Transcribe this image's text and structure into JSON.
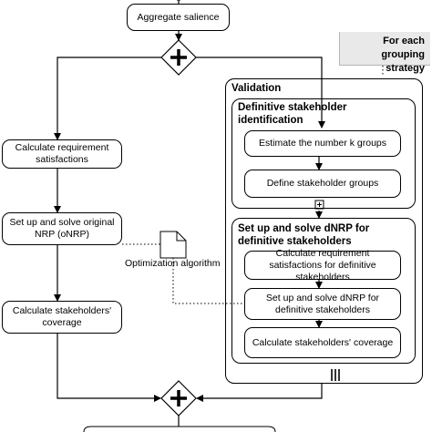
{
  "nodes": {
    "aggregate_salience": "Aggregate salience",
    "calculate_requirement_satisfactions": "Calculate requirement satisfactions",
    "set_up_solve_original": "Set up and solve original NRP (oNRP)",
    "calculate_stakeholders_coverage": "Calculate stakeholders' coverage",
    "estimate_k_groups": "Estimate the number k groups",
    "define_stakeholder_groups": "Define stakeholder groups",
    "calc_req_sat_definitive": "Calculate requirement satisfactions for definitive stakeholders",
    "set_up_solve_dnrp_definitive": "Set up and solve dNRP for definitive stakeholders",
    "calc_stakeholders_coverage_inner": "Calculate stakeholders' coverage"
  },
  "containers": {
    "validation": "Validation",
    "definitive_identification": "Definitive stakeholder identification",
    "set_up_solve_dnrp": "Set up and solve dNRP for definitive stakeholders"
  },
  "annotation": "For each grouping strategy",
  "data_object_label": "Optimization algorithm",
  "gateway_symbol": "+",
  "subprocess_marker": "+",
  "multi_instance_marker": "|||"
}
